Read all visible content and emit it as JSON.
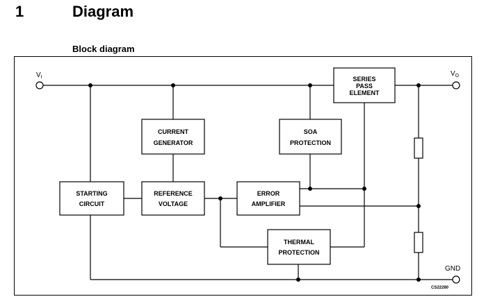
{
  "section": {
    "number": "1",
    "title": "Diagram"
  },
  "subtitle": "Block diagram",
  "terminals": {
    "vi_main": "V",
    "vi_sub": "I",
    "vo_main": "V",
    "vo_sub": "O",
    "gnd": "GND"
  },
  "blocks": {
    "series_pass_element": [
      "SERIES",
      "PASS",
      "ELEMENT"
    ],
    "current_generator": [
      "CURRENT",
      "GENERATOR"
    ],
    "soa_protection": [
      "SOA",
      "PROTECTION"
    ],
    "starting_circuit": [
      "STARTING",
      "CIRCUIT"
    ],
    "reference_voltage": [
      "REFERENCE",
      "VOLTAGE"
    ],
    "error_amplifier": [
      "ERROR",
      "AMPLIFIER"
    ],
    "thermal_protection": [
      "THERMAL",
      "PROTECTION"
    ]
  },
  "figure_code": "CS22280"
}
